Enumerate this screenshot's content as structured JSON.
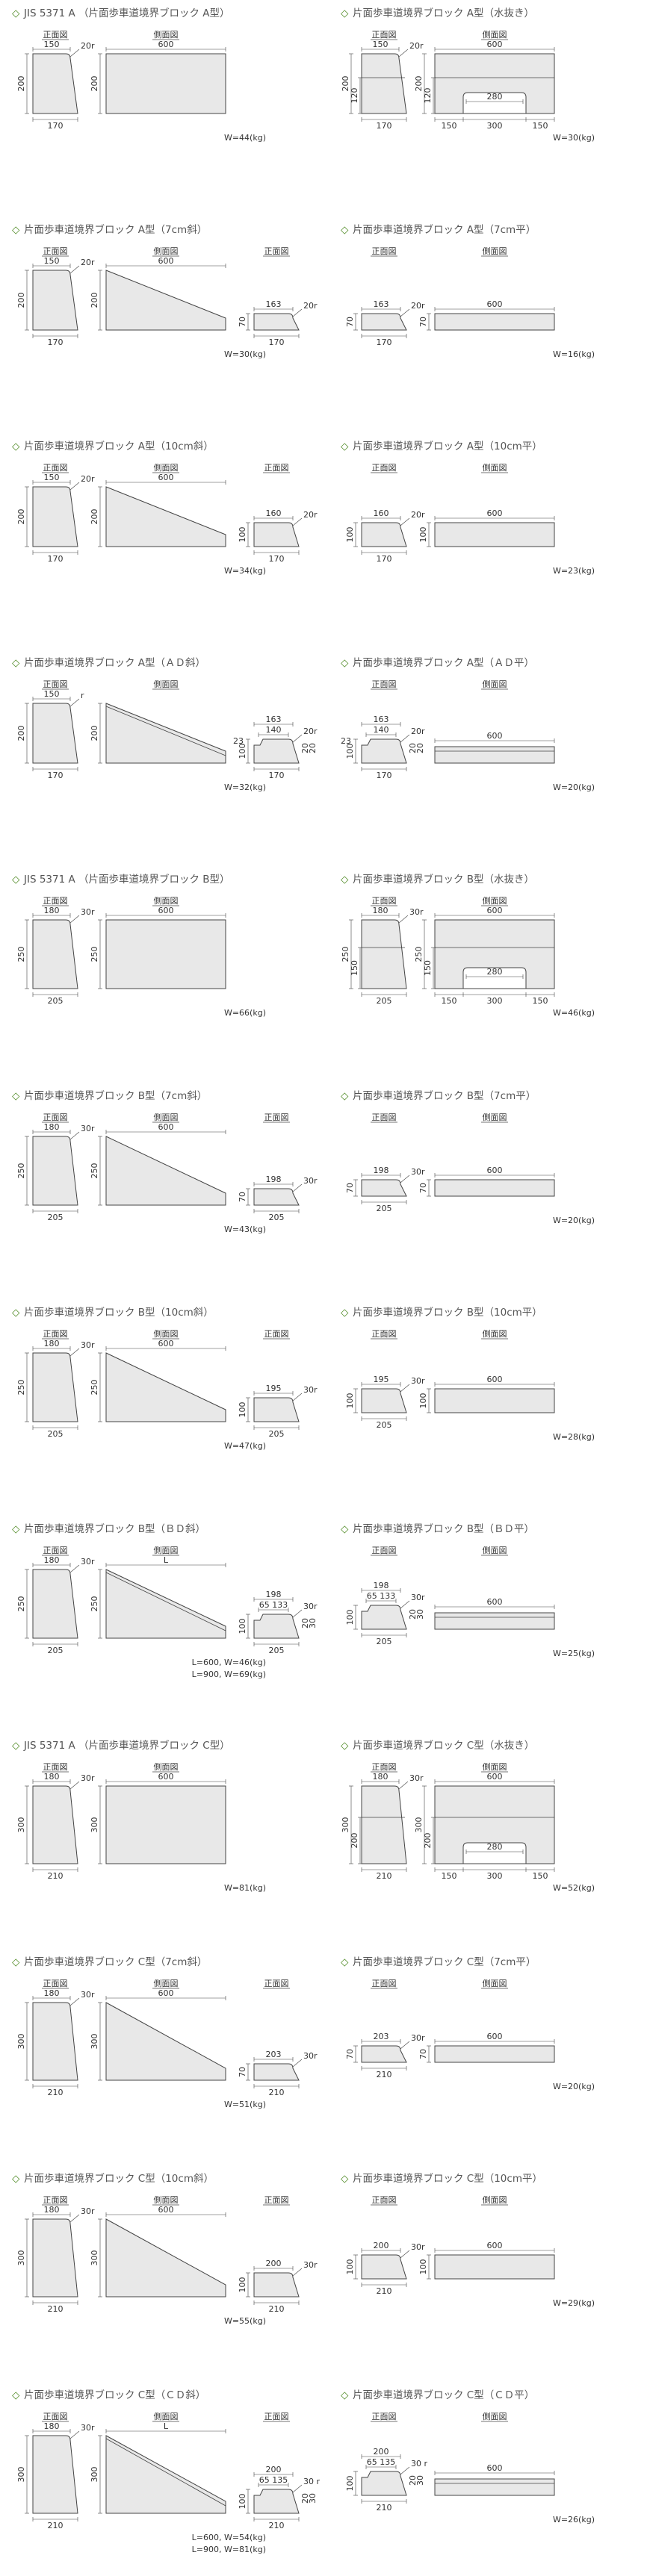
{
  "panels": [
    {
      "title": "JIS 5371 A （片面歩車道境界ブロック A型）",
      "mark": "◇",
      "views": [
        {
          "kind": "front",
          "label": "正面図",
          "top": "150",
          "bottom": "170",
          "height": "200",
          "rad": "20r"
        },
        {
          "kind": "side",
          "label": "側面図",
          "length": "600",
          "height": "200"
        }
      ],
      "weights": [
        "W=44(kg)"
      ]
    },
    {
      "title": "片面歩車道境界ブロック A型（水抜き）",
      "mark": "◇",
      "views": [
        {
          "kind": "front",
          "label": "正面図",
          "top": "150",
          "bottom": "170",
          "height": "200",
          "sub": "120",
          "rad": "20r",
          "notch": true
        },
        {
          "kind": "side",
          "label": "側面図",
          "length": "600",
          "height": "200",
          "sub": "120",
          "notch": true,
          "nw": "280",
          "parts": [
            "150",
            "300",
            "150"
          ]
        }
      ],
      "weights": [
        "W=30(kg)"
      ]
    },
    {
      "title": "片面歩車道境界ブロック A型（7cm斜）",
      "mark": "◇",
      "views": [
        {
          "kind": "front",
          "label": "正面図",
          "top": "150",
          "bottom": "170",
          "height": "200",
          "rad": "20r"
        },
        {
          "kind": "slope",
          "label": "側面図",
          "length": "600",
          "height": "200"
        },
        {
          "kind": "low",
          "label": "正面図",
          "top": "163",
          "bottom": "170",
          "height": "70",
          "rad": "20r"
        }
      ],
      "weights": [
        "W=30(kg)"
      ]
    },
    {
      "title": "片面歩車道境界ブロック A型（7cm平）",
      "mark": "◇",
      "views": [
        {
          "kind": "low",
          "label": "正面図",
          "top": "163",
          "bottom": "170",
          "height": "70",
          "rad": "20r"
        },
        {
          "kind": "flat",
          "label": "側面図",
          "length": "600",
          "height": "70"
        }
      ],
      "weights": [
        "W=16(kg)"
      ]
    },
    {
      "title": "片面歩車道境界ブロック A型（10cm斜）",
      "mark": "◇",
      "views": [
        {
          "kind": "front",
          "label": "正面図",
          "top": "150",
          "bottom": "170",
          "height": "200",
          "rad": "20r"
        },
        {
          "kind": "slope",
          "label": "側面図",
          "length": "600",
          "height": "200"
        },
        {
          "kind": "low",
          "label": "正面図",
          "top": "160",
          "bottom": "170",
          "height": "100",
          "rad": "20r"
        }
      ],
      "weights": [
        "W=34(kg)"
      ]
    },
    {
      "title": "片面歩車道境界ブロック A型（10cm平）",
      "mark": "◇",
      "views": [
        {
          "kind": "low",
          "label": "正面図",
          "top": "160",
          "bottom": "170",
          "height": "100",
          "rad": "20r"
        },
        {
          "kind": "flat",
          "label": "側面図",
          "length": "600",
          "height": "100"
        }
      ],
      "weights": [
        "W=23(kg)"
      ]
    },
    {
      "title": "片面歩車道境界ブロック A型（ＡＤ斜）",
      "mark": "◇",
      "views": [
        {
          "kind": "front",
          "label": "正面図",
          "top": "150",
          "bottom": "170",
          "height": "200",
          "rad": "r"
        },
        {
          "kind": "slopeAD",
          "label": "側面図",
          "height": "200"
        },
        {
          "kind": "ad",
          "top": "163",
          "mid": "140",
          "bottom": "170",
          "height": "100",
          "left": "23",
          "rad": "20r",
          "small": [
            "20",
            "20"
          ]
        }
      ],
      "weights": [
        "W=32(kg)"
      ]
    },
    {
      "title": "片面歩車道境界ブロック A型（ＡＤ平）",
      "mark": "◇",
      "views": [
        {
          "kind": "ad",
          "label": "正面図",
          "top": "163",
          "mid": "140",
          "bottom": "170",
          "height": "100",
          "left": "23",
          "rad": "20r",
          "small": [
            "20",
            "20"
          ]
        },
        {
          "kind": "flatAD",
          "label": "側面図",
          "length": "600"
        }
      ],
      "weights": [
        "W=20(kg)"
      ]
    },
    {
      "title": "JIS 5371 A （片面歩車道境界ブロック B型）",
      "mark": "◇",
      "views": [
        {
          "kind": "front",
          "label": "正面図",
          "top": "180",
          "bottom": "205",
          "height": "250",
          "rad": "30r"
        },
        {
          "kind": "side",
          "label": "側面図",
          "length": "600",
          "height": "250"
        }
      ],
      "weights": [
        "W=66(kg)"
      ]
    },
    {
      "title": "片面歩車道境界ブロック B型（水抜き）",
      "mark": "◇",
      "views": [
        {
          "kind": "front",
          "label": "正面図",
          "top": "180",
          "bottom": "205",
          "height": "250",
          "sub": "150",
          "rad": "30r",
          "notch": true
        },
        {
          "kind": "side",
          "label": "側面図",
          "length": "600",
          "height": "250",
          "sub": "150",
          "notch": true,
          "nw": "280",
          "parts": [
            "150",
            "300",
            "150"
          ]
        }
      ],
      "weights": [
        "W=46(kg)"
      ]
    },
    {
      "title": "片面歩車道境界ブロック B型（7cm斜）",
      "mark": "◇",
      "views": [
        {
          "kind": "front",
          "label": "正面図",
          "top": "180",
          "bottom": "205",
          "height": "250",
          "rad": "30r"
        },
        {
          "kind": "slope",
          "label": "側面図",
          "length": "600",
          "height": "250"
        },
        {
          "kind": "low",
          "label": "正面図",
          "top": "198",
          "bottom": "205",
          "height": "70",
          "rad": "30r"
        }
      ],
      "weights": [
        "W=43(kg)"
      ]
    },
    {
      "title": "片面歩車道境界ブロック B型（7cm平）",
      "mark": "◇",
      "views": [
        {
          "kind": "low",
          "label": "正面図",
          "top": "198",
          "bottom": "205",
          "height": "70",
          "rad": "30r"
        },
        {
          "kind": "flat",
          "label": "側面図",
          "length": "600",
          "height": "70"
        }
      ],
      "weights": [
        "W=20(kg)"
      ]
    },
    {
      "title": "片面歩車道境界ブロック B型（10cm斜）",
      "mark": "◇",
      "views": [
        {
          "kind": "front",
          "label": "正面図",
          "top": "180",
          "bottom": "205",
          "height": "250",
          "rad": "30r"
        },
        {
          "kind": "slope",
          "label": "側面図",
          "length": "600",
          "height": "250"
        },
        {
          "kind": "low",
          "label": "正面図",
          "top": "195",
          "bottom": "205",
          "height": "100",
          "rad": "30r"
        }
      ],
      "weights": [
        "W=47(kg)"
      ]
    },
    {
      "title": "片面歩車道境界ブロック B型（10cm平）",
      "mark": "◇",
      "views": [
        {
          "kind": "low",
          "label": "正面図",
          "top": "195",
          "bottom": "205",
          "height": "100",
          "rad": "30r"
        },
        {
          "kind": "flat",
          "label": "側面図",
          "length": "600",
          "height": "100"
        }
      ],
      "weights": [
        "W=28(kg)"
      ]
    },
    {
      "title": "片面歩車道境界ブロック B型（ＢＤ斜）",
      "mark": "◇",
      "views": [
        {
          "kind": "front",
          "label": "正面図",
          "top": "180",
          "bottom": "205",
          "height": "250",
          "rad": "30r"
        },
        {
          "kind": "slopeAD",
          "label": "側面図",
          "length": "L",
          "height": "250"
        },
        {
          "kind": "ad",
          "top": "198",
          "mid": "65 133",
          "bottom": "205",
          "height": "100",
          "rad": "30r",
          "small": [
            "20",
            "30"
          ]
        }
      ],
      "weights": [
        "L=600, W=46(kg)",
        "L=900, W=69(kg)"
      ]
    },
    {
      "title": "片面歩車道境界ブロック B型（ＢＤ平）",
      "mark": "◇",
      "views": [
        {
          "kind": "ad",
          "label": "正面図",
          "top": "198",
          "mid": "65 133",
          "bottom": "205",
          "height": "100",
          "rad": "30r",
          "small": [
            "20",
            "30"
          ]
        },
        {
          "kind": "flatAD",
          "label": "側面図",
          "length": "600"
        }
      ],
      "weights": [
        "W=25(kg)"
      ]
    },
    {
      "title": "JIS 5371 A （片面歩車道境界ブロック C型）",
      "mark": "◇",
      "views": [
        {
          "kind": "front",
          "label": "正面図",
          "top": "180",
          "bottom": "210",
          "height": "300",
          "rad": "30r"
        },
        {
          "kind": "side",
          "label": "側面図",
          "length": "600",
          "height": "300"
        }
      ],
      "weights": [
        "W=81(kg)"
      ]
    },
    {
      "title": "片面歩車道境界ブロック C型（水抜き）",
      "mark": "◇",
      "views": [
        {
          "kind": "front",
          "label": "正面図",
          "top": "180",
          "bottom": "210",
          "height": "300",
          "sub": "200",
          "rad": "30r",
          "notch": true
        },
        {
          "kind": "side",
          "label": "側面図",
          "length": "600",
          "height": "300",
          "sub": "200",
          "notch": true,
          "nw": "280",
          "parts": [
            "150",
            "300",
            "150"
          ]
        }
      ],
      "weights": [
        "W=52(kg)"
      ]
    },
    {
      "title": "片面歩車道境界ブロック C型（7cm斜）",
      "mark": "◇",
      "views": [
        {
          "kind": "front",
          "label": "正面図",
          "top": "180",
          "bottom": "210",
          "height": "300",
          "rad": "30r"
        },
        {
          "kind": "slope",
          "label": "側面図",
          "length": "600",
          "height": "300"
        },
        {
          "kind": "low",
          "label": "正面図",
          "top": "203",
          "bottom": "210",
          "height": "70",
          "rad": "30r"
        }
      ],
      "weights": [
        "W=51(kg)"
      ]
    },
    {
      "title": "片面歩車道境界ブロック C型（7cm平）",
      "mark": "◇",
      "views": [
        {
          "kind": "low",
          "label": "正面図",
          "top": "203",
          "bottom": "210",
          "height": "70",
          "rad": "30r"
        },
        {
          "kind": "flat",
          "label": "側面図",
          "length": "600",
          "height": "70"
        }
      ],
      "weights": [
        "W=20(kg)"
      ]
    },
    {
      "title": "片面歩車道境界ブロック C型（10cm斜）",
      "mark": "◇",
      "views": [
        {
          "kind": "front",
          "label": "正面図",
          "top": "180",
          "bottom": "210",
          "height": "300",
          "rad": "30r"
        },
        {
          "kind": "slope",
          "label": "側面図",
          "length": "600",
          "height": "300"
        },
        {
          "kind": "low",
          "label": "正面図",
          "top": "200",
          "bottom": "210",
          "height": "100",
          "rad": "30r"
        }
      ],
      "weights": [
        "W=55(kg)"
      ]
    },
    {
      "title": "片面歩車道境界ブロック C型（10cm平）",
      "mark": "◇",
      "views": [
        {
          "kind": "low",
          "label": "正面図",
          "top": "200",
          "bottom": "210",
          "height": "100",
          "rad": "30r"
        },
        {
          "kind": "flat",
          "label": "側面図",
          "length": "600",
          "height": "100"
        }
      ],
      "weights": [
        "W=29(kg)"
      ]
    },
    {
      "title": "片面歩車道境界ブロック C型（ＣＤ斜）",
      "mark": "◇",
      "views": [
        {
          "kind": "front",
          "label": "正面図",
          "top": "180",
          "bottom": "210",
          "height": "300",
          "rad": "30r"
        },
        {
          "kind": "slopeAD",
          "label": "側面図",
          "length": "L",
          "height": "300"
        },
        {
          "kind": "ad",
          "label": "正面図",
          "top": "200",
          "mid": "65 135",
          "bottom": "210",
          "height": "100",
          "rad": "30 r",
          "small": [
            "20",
            "30"
          ]
        }
      ],
      "weights": [
        "L=600, W=54(kg)",
        "L=900, W=81(kg)"
      ]
    },
    {
      "title": "片面歩車道境界ブロック C型（ＣＤ平）",
      "mark": "◇",
      "views": [
        {
          "kind": "ad",
          "label": "正面図",
          "top": "200",
          "mid": "65 135",
          "bottom": "210",
          "height": "100",
          "rad": "30 r",
          "small": [
            "20",
            "30"
          ]
        },
        {
          "kind": "flatAD",
          "label": "側面図",
          "length": "600"
        }
      ],
      "weights": [
        "W=26(kg)"
      ]
    }
  ],
  "colors": {
    "fill": "#e8e8e8",
    "stroke": "#444",
    "accent": "#4f8a24"
  }
}
